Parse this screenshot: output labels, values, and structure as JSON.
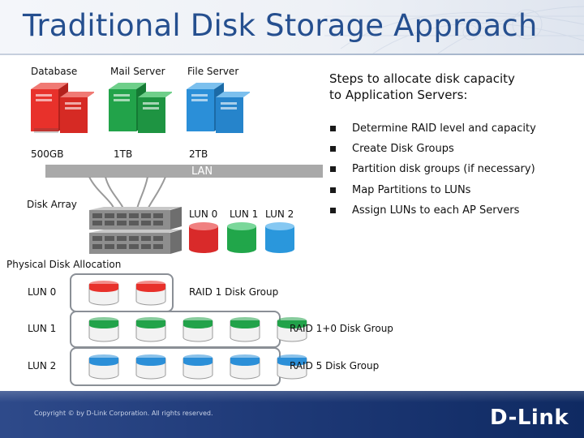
{
  "slide": {
    "title": "Traditional Disk Storage Approach"
  },
  "servers": [
    {
      "name": "Database",
      "capacity": "500GB",
      "color": "#e8312b"
    },
    {
      "name": "Mail Server",
      "capacity": "1TB",
      "color": "#22a34a"
    },
    {
      "name": "File Server",
      "capacity": "2TB",
      "color": "#2b8fd8"
    }
  ],
  "network": {
    "label": "LAN"
  },
  "disk_array": {
    "label": "Disk Array"
  },
  "luns": [
    {
      "label": "LUN 0",
      "color": "#e8312b"
    },
    {
      "label": "LUN 1",
      "color": "#22a34a"
    },
    {
      "label": "LUN 2",
      "color": "#2b8fd8"
    }
  ],
  "steps": {
    "title_line1": "Steps to allocate disk capacity",
    "title_line2": "to Application Servers:",
    "items": [
      "Determine RAID level and capacity",
      "Create Disk Groups",
      "Partition disk groups (if necessary)",
      "Map Partitions to LUNs",
      "Assign LUNs to each AP Servers"
    ]
  },
  "allocation": {
    "title": "Physical Disk Allocation",
    "rows": [
      {
        "lun": "LUN 0",
        "group": "RAID 1 Disk Group",
        "disks": 2,
        "color": "#e8312b"
      },
      {
        "lun": "LUN 1",
        "group": "RAID 1+0 Disk Group",
        "disks": 5,
        "color": "#22a34a"
      },
      {
        "lun": "LUN 2",
        "group": "RAID 5 Disk Group",
        "disks": 5,
        "color": "#2b8fd8"
      }
    ]
  },
  "footer": {
    "copyright": "Copyright © by D-Link Corporation. All rights reserved.",
    "logo": "D-Link"
  }
}
